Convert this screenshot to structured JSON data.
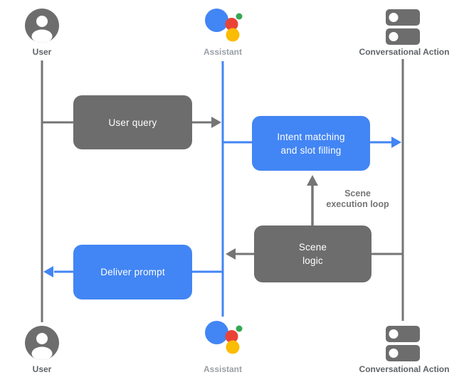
{
  "actors": {
    "user_top": "User",
    "assistant_top": "Assistant",
    "ca_top": "Conversational Action",
    "user_bottom": "User",
    "assistant_bottom": "Assistant",
    "ca_bottom": "Conversational Action"
  },
  "boxes": {
    "user_query": "User query",
    "intent_line1": "Intent matching",
    "intent_line2": "and slot filling",
    "scene_logic_line1": "Scene",
    "scene_logic_line2": "logic",
    "deliver_prompt": "Deliver prompt"
  },
  "labels": {
    "scene_loop_line1": "Scene",
    "scene_loop_line2": "execution loop"
  },
  "icons": {
    "user": "person-circle-icon",
    "assistant": "google-assistant-dots-icon",
    "conversational_action": "server-stack-icon"
  },
  "colors": {
    "google_blue": "#4285F4",
    "node_gray": "#6D6D6D",
    "line_gray": "#757575",
    "actor_label_dark": "#5F6368",
    "actor_label_light": "#9AA0A6",
    "assistant_red": "#EA4335",
    "assistant_green": "#34A853",
    "assistant_yellow": "#FBBC04"
  }
}
